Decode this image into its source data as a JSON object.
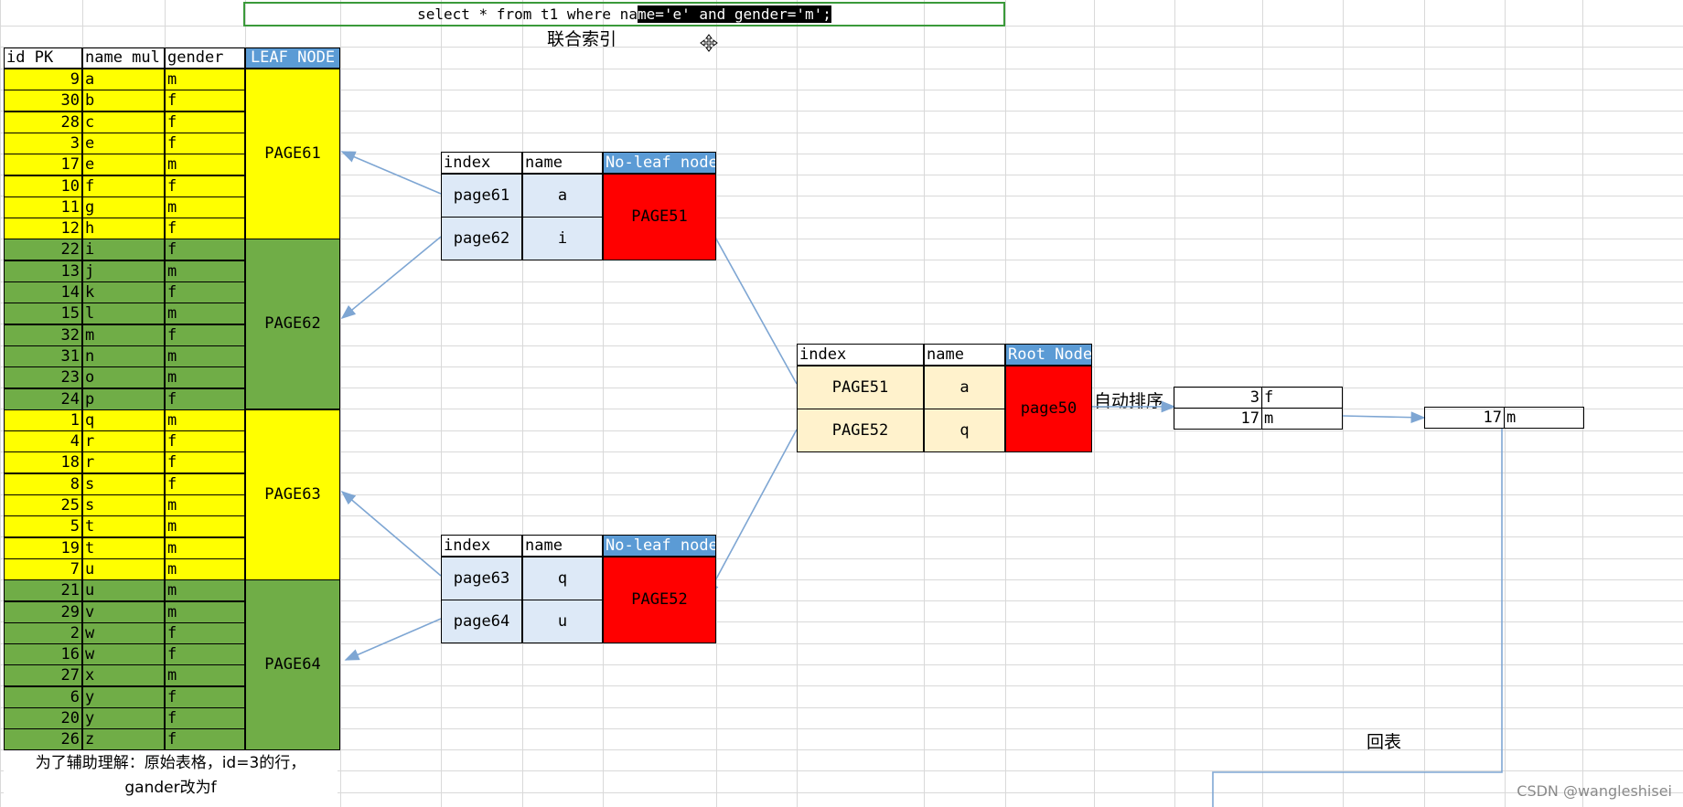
{
  "sql": {
    "prefix": "select * from t1 where na",
    "selected": "me='e' and gender='m';"
  },
  "index_title": "联合索引",
  "leaf_table": {
    "headers": [
      "id PK",
      "name mul",
      "gender",
      "LEAF NODE"
    ],
    "rows": [
      [
        "9",
        "a",
        "m"
      ],
      [
        "30",
        "b",
        "f"
      ],
      [
        "28",
        "c",
        "f"
      ],
      [
        "3",
        "e",
        "f"
      ],
      [
        "17",
        "e",
        "m"
      ],
      [
        "10",
        "f",
        "f"
      ],
      [
        "11",
        "g",
        "m"
      ],
      [
        "12",
        "h",
        "f"
      ],
      [
        "22",
        "i",
        "f"
      ],
      [
        "13",
        "j",
        "m"
      ],
      [
        "14",
        "k",
        "f"
      ],
      [
        "15",
        "l",
        "m"
      ],
      [
        "32",
        "m",
        "f"
      ],
      [
        "31",
        "n",
        "m"
      ],
      [
        "23",
        "o",
        "m"
      ],
      [
        "24",
        "p",
        "f"
      ],
      [
        "1",
        "q",
        "m"
      ],
      [
        "4",
        "r",
        "f"
      ],
      [
        "18",
        "r",
        "f"
      ],
      [
        "8",
        "s",
        "f"
      ],
      [
        "25",
        "s",
        "m"
      ],
      [
        "5",
        "t",
        "m"
      ],
      [
        "19",
        "t",
        "m"
      ],
      [
        "7",
        "u",
        "m"
      ],
      [
        "21",
        "u",
        "m"
      ],
      [
        "29",
        "v",
        "m"
      ],
      [
        "2",
        "w",
        "f"
      ],
      [
        "16",
        "w",
        "f"
      ],
      [
        "27",
        "x",
        "m"
      ],
      [
        "6",
        "y",
        "f"
      ],
      [
        "20",
        "y",
        "f"
      ],
      [
        "26",
        "z",
        "f"
      ]
    ],
    "pages": [
      "PAGE61",
      "PAGE62",
      "PAGE63",
      "PAGE64"
    ],
    "colors": [
      "#ffff00",
      "#70ad47",
      "#ffff00",
      "#70ad47"
    ]
  },
  "nonleaf_top": {
    "headers": [
      "index",
      "name",
      "No-leaf node"
    ],
    "rows": [
      [
        "page61",
        "a"
      ],
      [
        "page62",
        "i"
      ]
    ],
    "page": "PAGE51"
  },
  "nonleaf_bottom": {
    "headers": [
      "index",
      "name",
      "No-leaf node"
    ],
    "rows": [
      [
        "page63",
        "q"
      ],
      [
        "page64",
        "u"
      ]
    ],
    "page": "PAGE52"
  },
  "root": {
    "headers": [
      "index",
      "name",
      "Root Node"
    ],
    "rows": [
      [
        "PAGE51",
        "a"
      ],
      [
        "PAGE52",
        "q"
      ]
    ],
    "page": "page50"
  },
  "auto_sort_label": "自动排序",
  "sorted_rows": [
    [
      "3",
      "f"
    ],
    [
      "17",
      "m"
    ]
  ],
  "result_row": [
    "17",
    "m"
  ],
  "back_table_label": "回表",
  "note_line1": "为了辅助理解：原始表格，id=3的行，",
  "note_line2": "gander改为f",
  "watermark": "CSDN @wangleshisei",
  "icons": {
    "cursor": "move-cursor-icon"
  }
}
